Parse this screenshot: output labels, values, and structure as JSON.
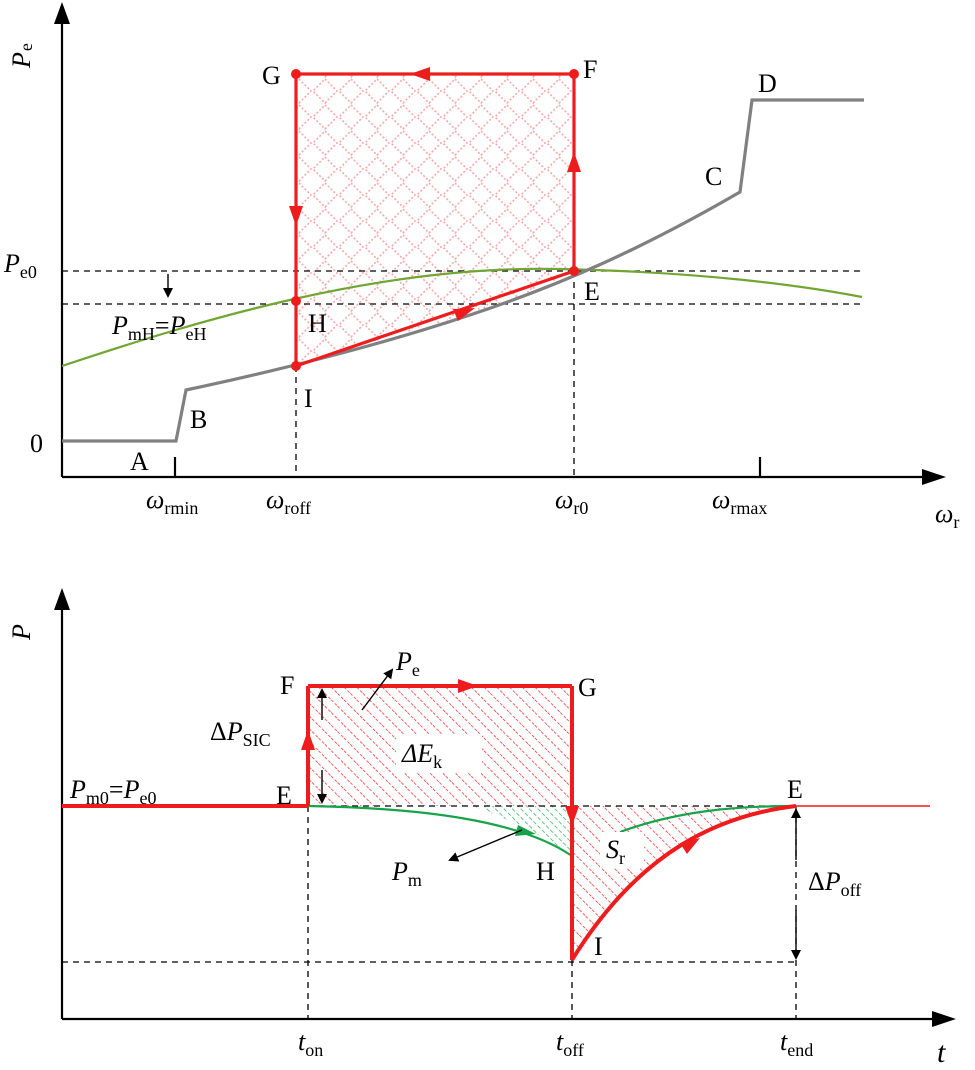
{
  "top": {
    "y_axis": {
      "main": "P",
      "sub": "e"
    },
    "x_axis": {
      "main": "ω",
      "sub": "r"
    },
    "zero_label": "0",
    "pe0_label": {
      "main": "P",
      "sub": "e0"
    },
    "pmh_label": {
      "p1": "P",
      "s1": "mH",
      "eq": "=",
      "p2": "P",
      "s2": "eH"
    },
    "ticks": [
      {
        "main": "ω",
        "sub": "rmin"
      },
      {
        "main": "ω",
        "sub": "roff"
      },
      {
        "main": "ω",
        "sub": "r0"
      },
      {
        "main": "ω",
        "sub": "rmax"
      }
    ],
    "points": {
      "A": "A",
      "B": "B",
      "C": "C",
      "D": "D",
      "E": "E",
      "F": "F",
      "G": "G",
      "H": "H",
      "I": "I"
    }
  },
  "bottom": {
    "y_axis": {
      "main": "P"
    },
    "x_axis": {
      "main": "t"
    },
    "pm0_label": {
      "p1": "P",
      "s1": "m0",
      "eq": "=",
      "p2": "P",
      "s2": "e0"
    },
    "dpsic_label": {
      "pre": "Δ",
      "main": "P",
      "sub": "SIC"
    },
    "dek_label": {
      "main": "ΔE",
      "sub": "k"
    },
    "pe_label": {
      "main": "P",
      "sub": "e"
    },
    "pm_label": {
      "main": "P",
      "sub": "m"
    },
    "sr_label": {
      "main": "S",
      "sub": "r"
    },
    "dpoff_label": {
      "pre": "Δ",
      "main": "P",
      "sub": "off"
    },
    "ticks": [
      {
        "main": "t",
        "sub": "on"
      },
      {
        "main": "t",
        "sub": "off"
      },
      {
        "main": "t",
        "sub": "end"
      }
    ],
    "points": {
      "E1": "E",
      "F": "F",
      "G": "G",
      "H": "H",
      "I": "I",
      "E2": "E"
    }
  },
  "colors": {
    "trajectory": "#ee1c1c",
    "mech_power_top": "#72a633",
    "mech_power_bottom": "#16a34a",
    "elec_curve": "#808080"
  }
}
